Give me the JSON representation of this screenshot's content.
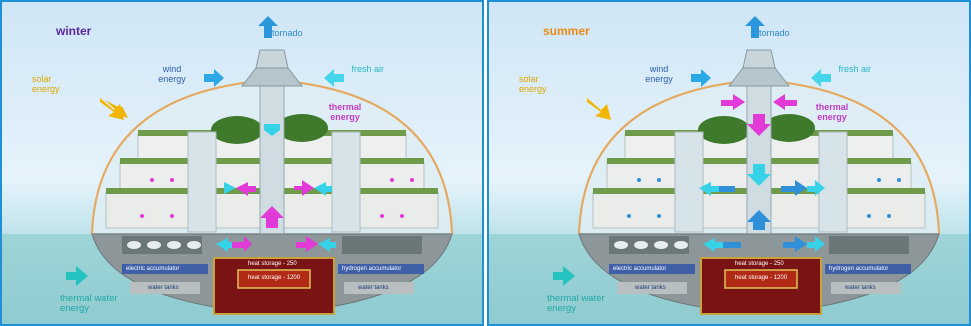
{
  "panels": [
    {
      "season": "winter",
      "labels": {
        "solar": "solar energy",
        "wind": "wind energy",
        "fresh": "fresh air",
        "thermal": "thermal energy",
        "tornado": "tornado",
        "thermal_water": "thermal water energy",
        "electric": "electric accumulator",
        "hydrogen": "hydrogen accumulator",
        "water_tanks": "water tanks",
        "heat_storage_outer": "heat storage - 250",
        "heat_storage_inner": "heat storage - 1200"
      },
      "flow_colors": {
        "up": "#e23ad6",
        "side": "#36d3e8"
      }
    },
    {
      "season": "summer",
      "labels": {
        "solar": "solar energy",
        "wind": "wind energy",
        "fresh": "fresh air",
        "thermal": "thermal energy",
        "tornado": "tornado",
        "thermal_water": "thermal water energy",
        "electric": "electric accumulator",
        "hydrogen": "hydrogen accumulator",
        "water_tanks": "water tanks",
        "heat_storage_outer": "heat storage - 250",
        "heat_storage_inner": "heat storage - 1200"
      },
      "flow_colors": {
        "up": "#e23ad6",
        "side": "#36d3e8",
        "down": "#2f8fd8"
      }
    }
  ]
}
